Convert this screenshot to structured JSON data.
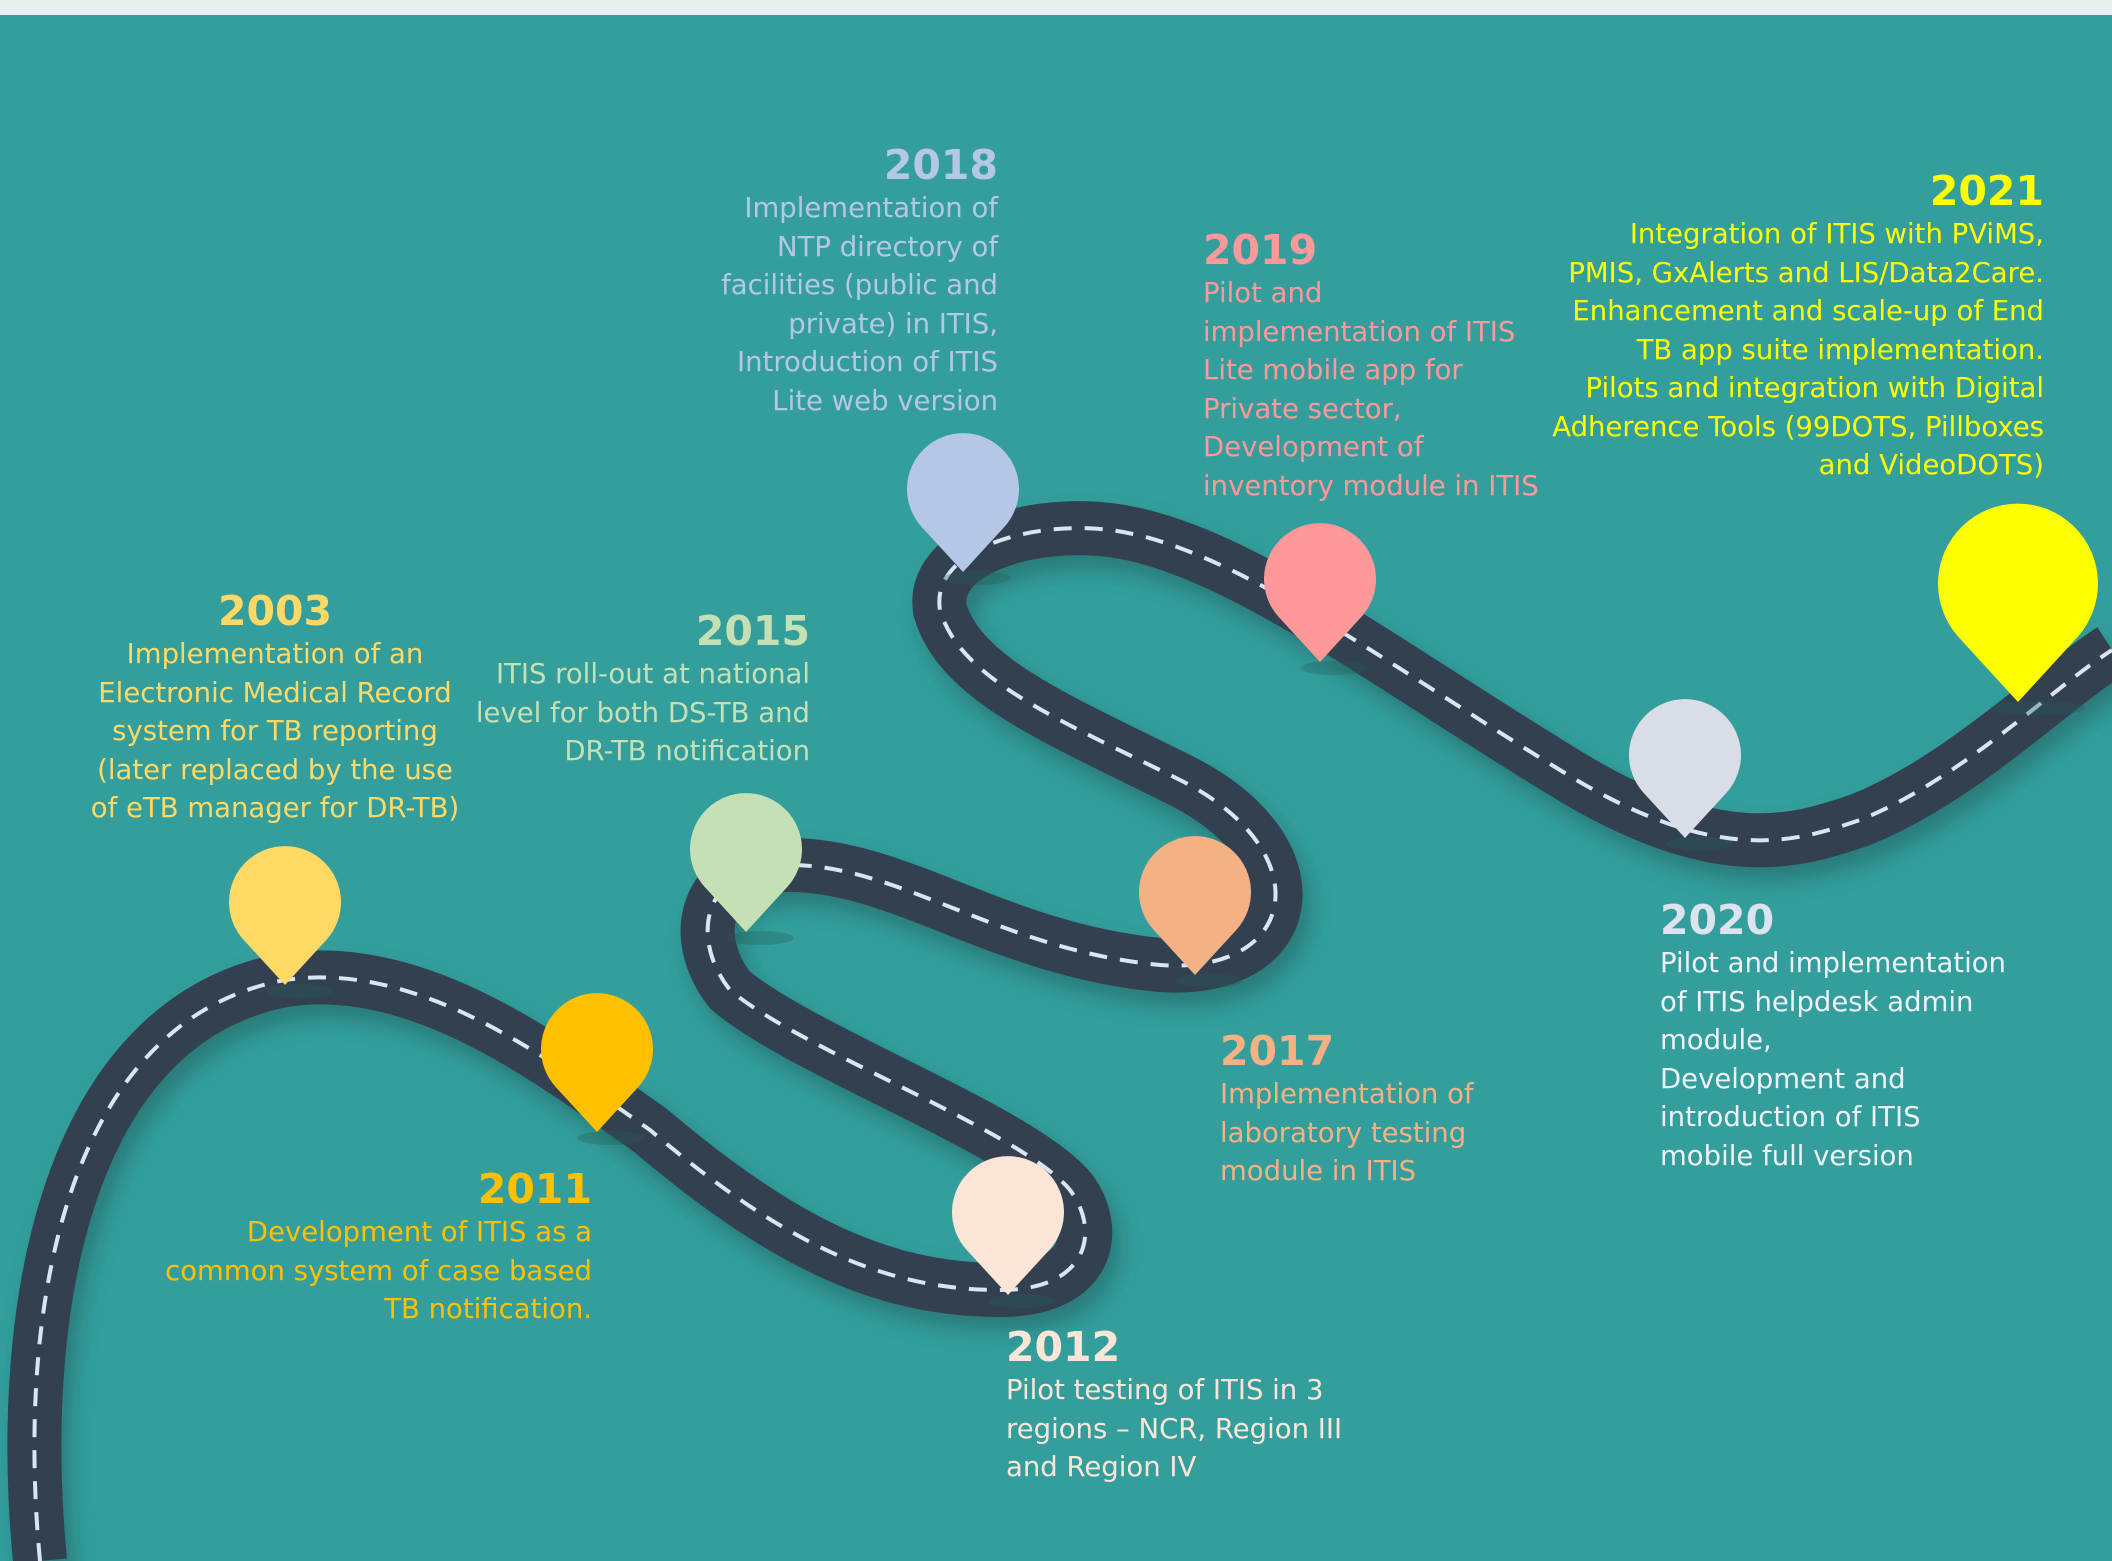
{
  "milestones": [
    {
      "id": "m2003",
      "year": "2003",
      "color": "#ffd966",
      "lines": [
        "Implementation of an",
        "Electronic Medical Record",
        "system for TB reporting",
        "(later replaced by the use",
        "of eTB manager for DR-TB)"
      ]
    },
    {
      "id": "m2011",
      "year": "2011",
      "color": "#ffc000",
      "lines": [
        "Development of ITIS as a",
        "common system of case based",
        "TB notification."
      ]
    },
    {
      "id": "m2012",
      "year": "2012",
      "color": "#fbe5d6",
      "lines": [
        "Pilot testing of ITIS in 3",
        "regions – NCR, Region III",
        "and Region IV"
      ]
    },
    {
      "id": "m2015",
      "year": "2015",
      "color": "#c5e0b4",
      "lines": [
        "ITIS roll-out at national",
        "level for both DS-TB and",
        "DR-TB notification"
      ]
    },
    {
      "id": "m2017",
      "year": "2017",
      "color": "#f4b183",
      "lines": [
        "Implementation of",
        "laboratory testing",
        "module in ITIS"
      ]
    },
    {
      "id": "m2018",
      "year": "2018",
      "color": "#b4c7e7",
      "lines": [
        "Implementation of",
        "NTP directory of",
        "facilities (public and",
        "private) in ITIS,",
        "Introduction of ITIS",
        "Lite web version"
      ]
    },
    {
      "id": "m2019",
      "year": "2019",
      "color": "#ff9999",
      "lines": [
        "Pilot and",
        "implementation of ITIS",
        "Lite mobile app for",
        "Private sector,",
        "Development of",
        "inventory module in ITIS"
      ]
    },
    {
      "id": "m2020",
      "year": "2020",
      "color": "#d9dde6",
      "lines": [
        "Pilot and implementation",
        "of ITIS helpdesk admin",
        "module,",
        "Development and",
        "introduction of ITIS",
        "mobile full version"
      ]
    },
    {
      "id": "m2021",
      "year": "2021",
      "color": "#ffff00",
      "lines": [
        "Integration of ITIS with PViMS,",
        "PMIS, GxAlerts and LIS/Data2Care.",
        "Enhancement and scale-up of End",
        "TB app suite implementation.",
        "Pilots and integration with Digital",
        "Adherence Tools (99DOTS, Pillboxes",
        "and VideoDOTS)"
      ]
    }
  ]
}
